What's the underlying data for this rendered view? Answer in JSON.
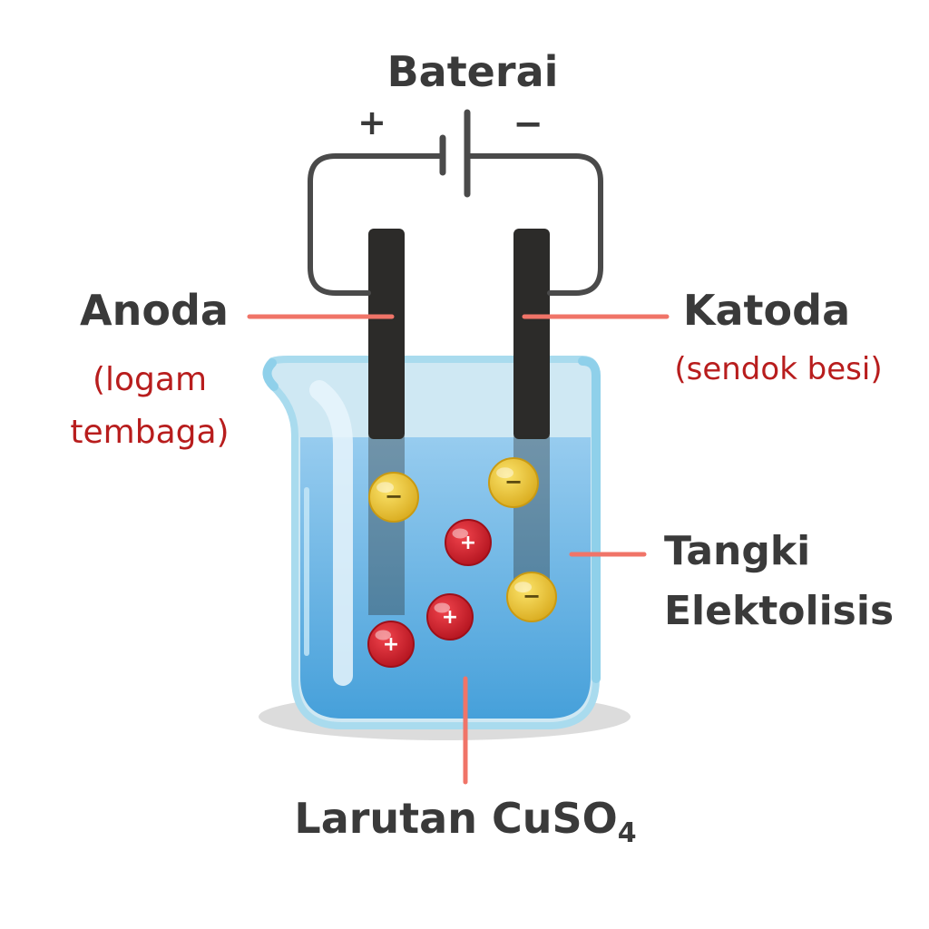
{
  "labels": {
    "battery": "Baterai",
    "plus_terminal": "+",
    "minus_terminal": "−",
    "anode": "Anoda",
    "anode_note_line1": "(logam",
    "anode_note_line2": "tembaga)",
    "cathode": "Katoda",
    "cathode_note": "(sendok besi)",
    "tank_line1": "Tangki",
    "tank_line2": "Elektolisis",
    "solution_main": "Larutan CuSO",
    "solution_subscript": "4"
  },
  "ions": [
    {
      "charge": "negative",
      "sign": "−"
    },
    {
      "charge": "negative",
      "sign": "−"
    },
    {
      "charge": "negative",
      "sign": "−"
    },
    {
      "charge": "positive",
      "sign": "+"
    },
    {
      "charge": "positive",
      "sign": "+"
    },
    {
      "charge": "positive",
      "sign": "+"
    }
  ],
  "colors": {
    "label_text": "#3a3a3a",
    "note_text": "#b81d1d",
    "pointer_line": "#f07468",
    "wire": "#4a4a4a",
    "electrode": "#2c2b29",
    "liquid_top": "#8ec6ee",
    "liquid_bottom": "#4aa3dc",
    "glass": "#c9e6f1",
    "glass_rim": "#9fd4ea",
    "anion": "#e9c53a",
    "cation": "#d2202c"
  }
}
